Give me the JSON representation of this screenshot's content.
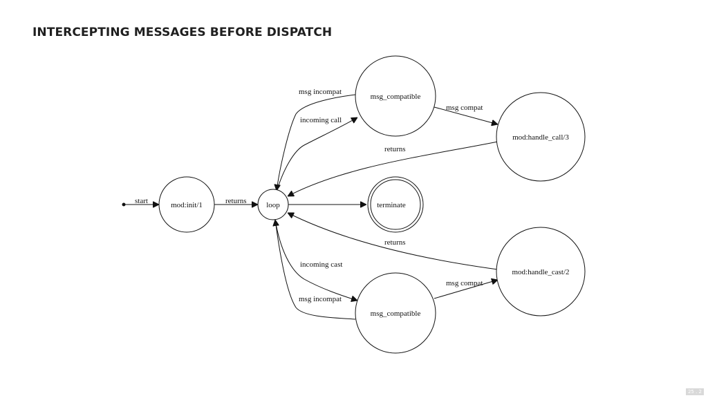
{
  "slide": {
    "title": "INTERCEPTING MESSAGES BEFORE DISPATCH",
    "page_number": "25 . 2"
  },
  "diagram": {
    "nodes": {
      "init": "mod:init/1",
      "loop": "loop",
      "terminate": "terminate",
      "compat_call": "msg_compatible",
      "compat_cast": "msg_compatible",
      "handle_call": "mod:handle_call/3",
      "handle_cast": "mod:handle_cast/2"
    },
    "edges": {
      "start": "start",
      "init_returns": "returns",
      "incoming_call": "incoming call",
      "call_msg_incompat": "msg incompat",
      "call_msg_compat": "msg compat",
      "handle_call_returns": "returns",
      "incoming_cast": "incoming cast",
      "cast_msg_incompat": "msg incompat",
      "cast_msg_compat": "msg compat",
      "handle_cast_returns": "returns"
    }
  }
}
